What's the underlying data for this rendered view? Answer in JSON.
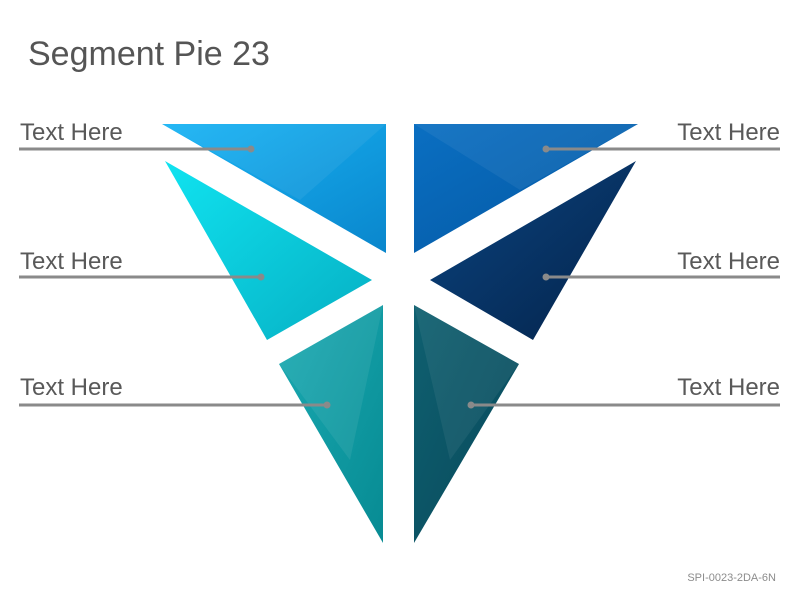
{
  "title": "Segment Pie 23",
  "code": "SPI-0023-2DA-6N",
  "labels": {
    "left_top": "Text Here",
    "left_middle": "Text Here",
    "left_bottom": "Text Here",
    "right_top": "Text Here",
    "right_middle": "Text Here",
    "right_bottom": "Text Here"
  },
  "colors": {
    "seg_left_top": "#0E9FE4",
    "seg_left_middle": "#0BCFDD",
    "seg_left_bottom": "#139AA2",
    "seg_right_top": "#0768B8",
    "seg_right_middle": "#083867",
    "seg_right_bottom": "#0D5566",
    "leader_line": "#8A8A8A"
  }
}
